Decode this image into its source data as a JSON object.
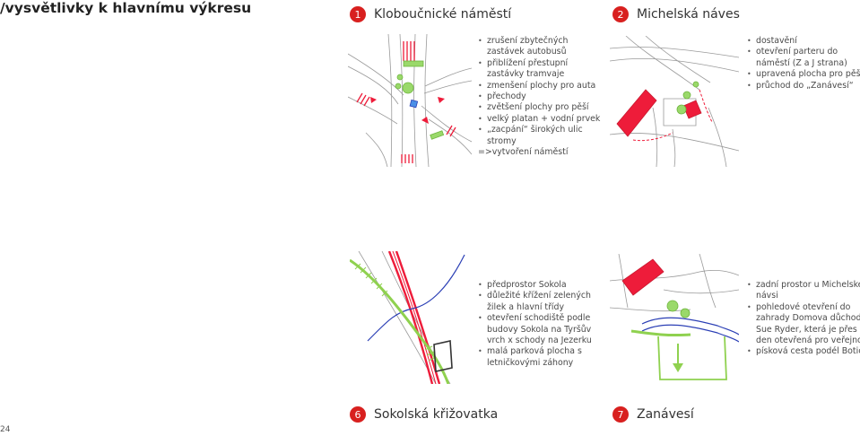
{
  "page": {
    "title": "/vysvětlivky k hlavnímu výkresu",
    "page_number": "24"
  },
  "sections": {
    "s1": {
      "number": "1",
      "title": "Kloboučnické náměstí",
      "items": [
        "zrušení zbytečných",
        "zastávek autobusů",
        "přiblížení přestupní",
        "zastávky tramvaje",
        "zmenšení plochy pro auta",
        "přechody",
        "zvětšení plochy pro pěší",
        "velký platan + vodní prvek",
        "„zacpání“ širokých ulic",
        "stromy",
        "=>vytvoření náměstí"
      ]
    },
    "s2": {
      "number": "2",
      "title": "Michelská náves",
      "items": [
        "dostavění",
        "otevření parteru do",
        "náměstí (Z a J strana)",
        "upravená plocha pro pěší",
        "průchod do „Zanávesí“"
      ]
    },
    "s6": {
      "number": "6",
      "title": "Sokolská křižovatka",
      "items": [
        "předprostor Sokola",
        "důležité křížení zelených",
        "žilek a hlavní třídy",
        "otevření schodiště podle",
        "budovy Sokola na Tyršův",
        "vrch x schody na Jezerku",
        "malá parková plocha s",
        "letničkovými záhony"
      ]
    },
    "s7": {
      "number": "7",
      "title": "Zanávesí",
      "items": [
        "zadní prostor u Michelské",
        "návsi",
        "pohledové otevření do",
        "zahrady Domova důchodců",
        "Sue Ryder, která je přes",
        "den otevřená pro veřejnost",
        "písková cesta podél Botiče"
      ]
    }
  },
  "colors": {
    "accent": "#d8201f",
    "sketch_red": "#ee1c3a",
    "sketch_green": "#8fd14f",
    "sketch_blue": "#2b3fb5",
    "sketch_gray": "#9a9a9a"
  }
}
